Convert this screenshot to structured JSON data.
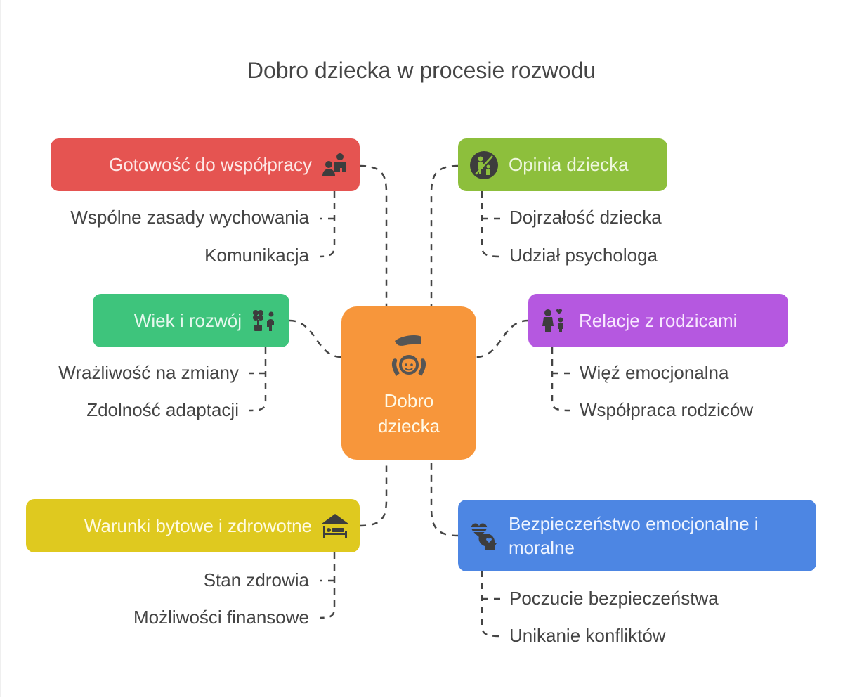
{
  "title": "Dobro dziecka w procesie rozwodu",
  "center": {
    "label": "Dobro dziecka",
    "icon": "hand-protecting-child-icon",
    "color": "#f7963b"
  },
  "branches": [
    {
      "id": "gotowosc",
      "label": "Gotowość do współpracy",
      "icon": "cooperation-people-icon",
      "color": "#e55451",
      "children": [
        "Wspólne zasady wychowania",
        "Komunikacja"
      ]
    },
    {
      "id": "opinia",
      "label": "Opinia dziecka",
      "icon": "no-child-opinion-icon",
      "color": "#8dbf3c",
      "children": [
        "Dojrzałość dziecka",
        "Udział psychologa"
      ]
    },
    {
      "id": "wiek",
      "label": "Wiek i rozwój",
      "icon": "growth-child-icon",
      "color": "#3ec47c",
      "children": [
        "Wrażliwość na zmiany",
        "Zdolność adaptacji"
      ]
    },
    {
      "id": "relacje",
      "label": "Relacje z rodzicami",
      "icon": "parent-child-heart-icon",
      "color": "#b558e0",
      "children": [
        "Więź emocjonalna",
        "Współpraca rodziców"
      ]
    },
    {
      "id": "warunki",
      "label": "Warunki bytowe i zdrowotne",
      "icon": "house-bed-icon",
      "color": "#dfc91f",
      "children": [
        "Stan zdrowia",
        "Możliwości finansowe"
      ]
    },
    {
      "id": "bezpieczenstwo",
      "label": "Bezpieczeństwo emocjonalne i moralne",
      "icon": "heart-head-icon",
      "color": "#4d86e3",
      "children": [
        "Poczucie bezpieczeństwa",
        "Unikanie konfliktów"
      ]
    }
  ]
}
